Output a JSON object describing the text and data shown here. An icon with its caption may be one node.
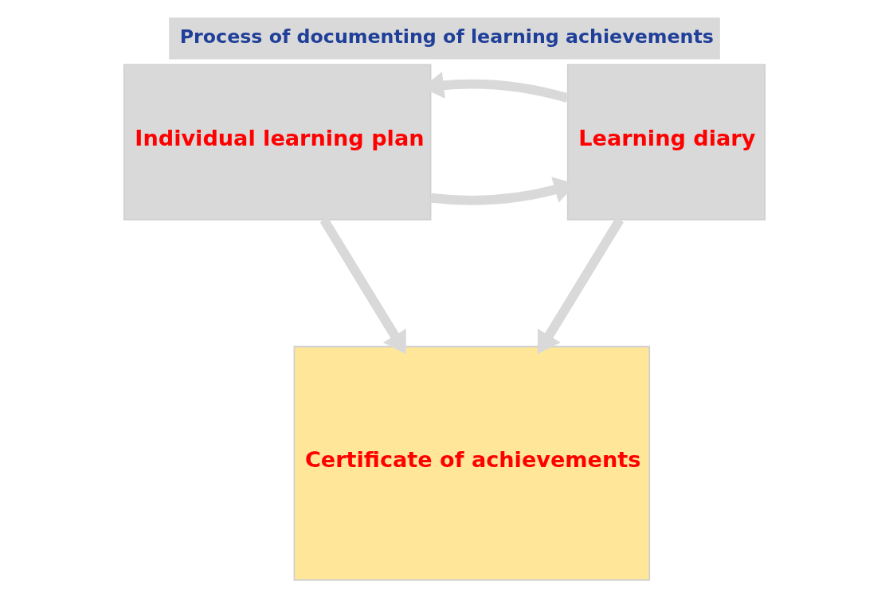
{
  "diagram": {
    "title": "Process of documenting of learning achievements",
    "nodes": [
      {
        "text": [
          "Individual learning plan"
        ]
      },
      {
        "text": [
          "Learning diary"
        ]
      },
      {
        "text": [
          "Certificate of achievements"
        ]
      }
    ],
    "edges": [
      {
        "from": 0,
        "to": 1,
        "arrow": "to"
      },
      {
        "from": 1,
        "to": 0,
        "arrow": "to"
      },
      {
        "from": 0,
        "to": 2,
        "arrow": "to"
      },
      {
        "from": 1,
        "to": 2,
        "arrow": "to"
      }
    ]
  }
}
